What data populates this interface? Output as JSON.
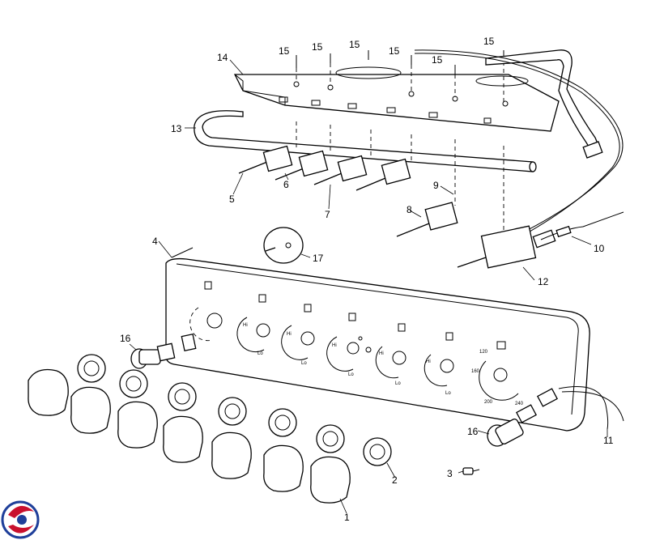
{
  "callouts": {
    "c1": "1",
    "c2": "2",
    "c3": "3",
    "c4": "4",
    "c5": "5",
    "c6": "6",
    "c7": "7",
    "c8": "8",
    "c9": "9",
    "c10": "10",
    "c11": "11",
    "c12": "12",
    "c13": "13",
    "c14": "14",
    "c15": "15",
    "c16": "16",
    "c17": "17"
  },
  "dial_marks": {
    "lo": "Lo",
    "hi": "Hi",
    "temps": [
      "120",
      "160",
      "200",
      "240"
    ]
  },
  "logo": {
    "colors": [
      "#c8102e",
      "#1f3f9a"
    ]
  }
}
